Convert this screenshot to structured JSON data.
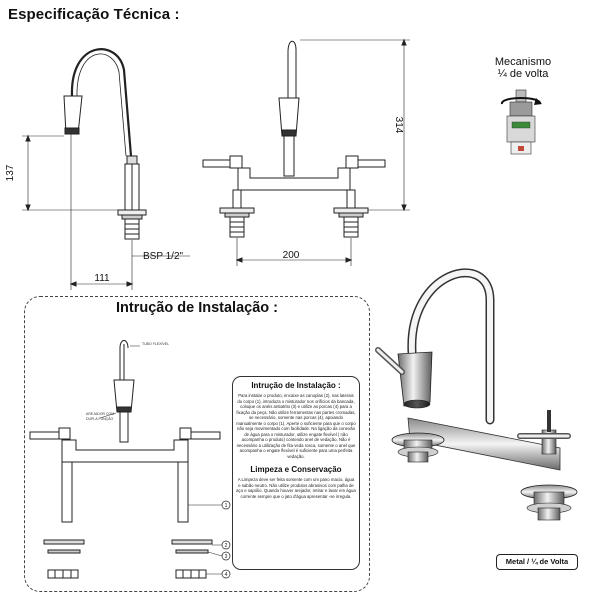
{
  "header": {
    "title": "Especificação Técnica :"
  },
  "mechanism": {
    "line1": "Mecanismo",
    "line2": "¼ de volta"
  },
  "dimensions": {
    "height_spout": "137",
    "height_total": "314",
    "thread": "BSP 1/2\"",
    "depth": "111",
    "width": "200"
  },
  "installation": {
    "title": "Intrução de Instalação :",
    "callout_hose": "TUBO FLEXÍVEL",
    "callout_aerator_1": "AREJADOR COM",
    "callout_aerator_2": "DUPLA FUNÇÃO",
    "markers": [
      "1",
      "2",
      "3",
      "4"
    ],
    "panel": {
      "heading1": "Intrução de Instalação :",
      "body1": "Para instalar o produto, encaixe as canoplas (2), nas laterais do corpo (1), introduza o misturador nos orifícios da bancada, coloque os anéis antiatrito (3) e utilize as porcas (4) para a fixação da peça. Não utilize ferramentas nas partes cromadas, se necessário, somente nas porcas (4), apoiando manualmente o corpo (1). Aperte o suficiente para que o corpo não seja movimentado com facilidade. Na ligação da conexão de água para o misturador, utilize engate flexível ( não acompanha o produto) contendo anel de vedação. Não é necessário a utilização de fita veda rosca, somente o anel que acompanha o engate flexível é suficiente para uma perfeita vedação.",
      "heading2": "Limpeza e Conservação",
      "body2": "A Limpeza deve ser feita somente com um pano macio, água e sabão neutro. Não utilize produtos abrasivos com palha de aço e sapólio. Quando houver arejador, retirar e lavar em água corrente sempre que o jato d'água apresentar -se irregula."
    }
  },
  "badge": "Metal / ¼ de Volta"
}
